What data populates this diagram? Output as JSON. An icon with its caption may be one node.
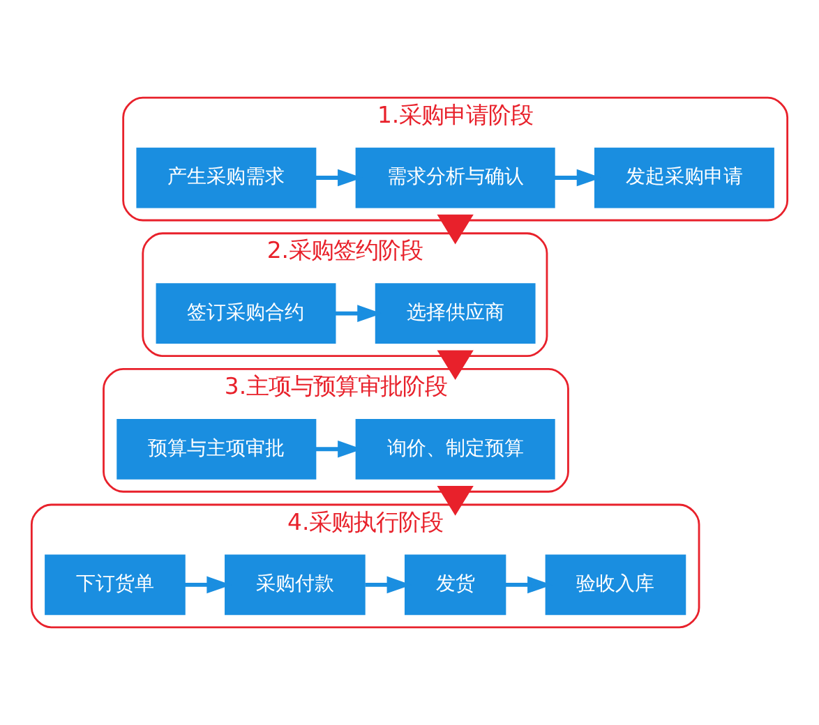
{
  "diagram": {
    "nodes": [
      {
        "text": [
          "1.采购申请阶段"
        ]
      },
      {
        "text": [
          "产生采购需求"
        ],
        "in": 0
      },
      {
        "text": [
          "需求分析与确认"
        ],
        "in": 0
      },
      {
        "text": [
          "发起采购申请"
        ],
        "in": 0
      },
      {
        "text": [
          "2.采购签约阶段"
        ]
      },
      {
        "text": [
          "签订采购合约"
        ],
        "in": 4
      },
      {
        "text": [
          "选择供应商"
        ],
        "in": 4
      },
      {
        "text": [
          "3.主项与预算审批阶段"
        ]
      },
      {
        "text": [
          "预算与主项审批"
        ],
        "in": 7
      },
      {
        "text": [
          "询价、制定预算"
        ],
        "in": 7
      },
      {
        "text": [
          "4.采购执行阶段"
        ]
      },
      {
        "text": [
          "下订货单"
        ],
        "in": 10
      },
      {
        "text": [
          "采购付款"
        ],
        "in": 10
      },
      {
        "text": [
          "发货"
        ],
        "in": 10
      },
      {
        "text": [
          "验收入库"
        ],
        "in": 10
      }
    ],
    "edges": [
      {
        "from": 1,
        "to": 2,
        "arrow": "to"
      },
      {
        "from": 2,
        "to": 3,
        "arrow": "to"
      },
      {
        "from": 0,
        "to": 4,
        "arrow": "to",
        "style": "thick",
        "color": "#e8212b"
      },
      {
        "from": 5,
        "to": 6,
        "arrow": "to"
      },
      {
        "from": 4,
        "to": 7,
        "arrow": "to",
        "style": "thick",
        "color": "#e8212b"
      },
      {
        "from": 8,
        "to": 9,
        "arrow": "to"
      },
      {
        "from": 7,
        "to": 10,
        "arrow": "to",
        "style": "thick",
        "color": "#e8212b"
      },
      {
        "from": 11,
        "to": 12,
        "arrow": "to"
      },
      {
        "from": 12,
        "to": 13,
        "arrow": "to"
      },
      {
        "from": 13,
        "to": 14,
        "arrow": "to"
      }
    ]
  }
}
